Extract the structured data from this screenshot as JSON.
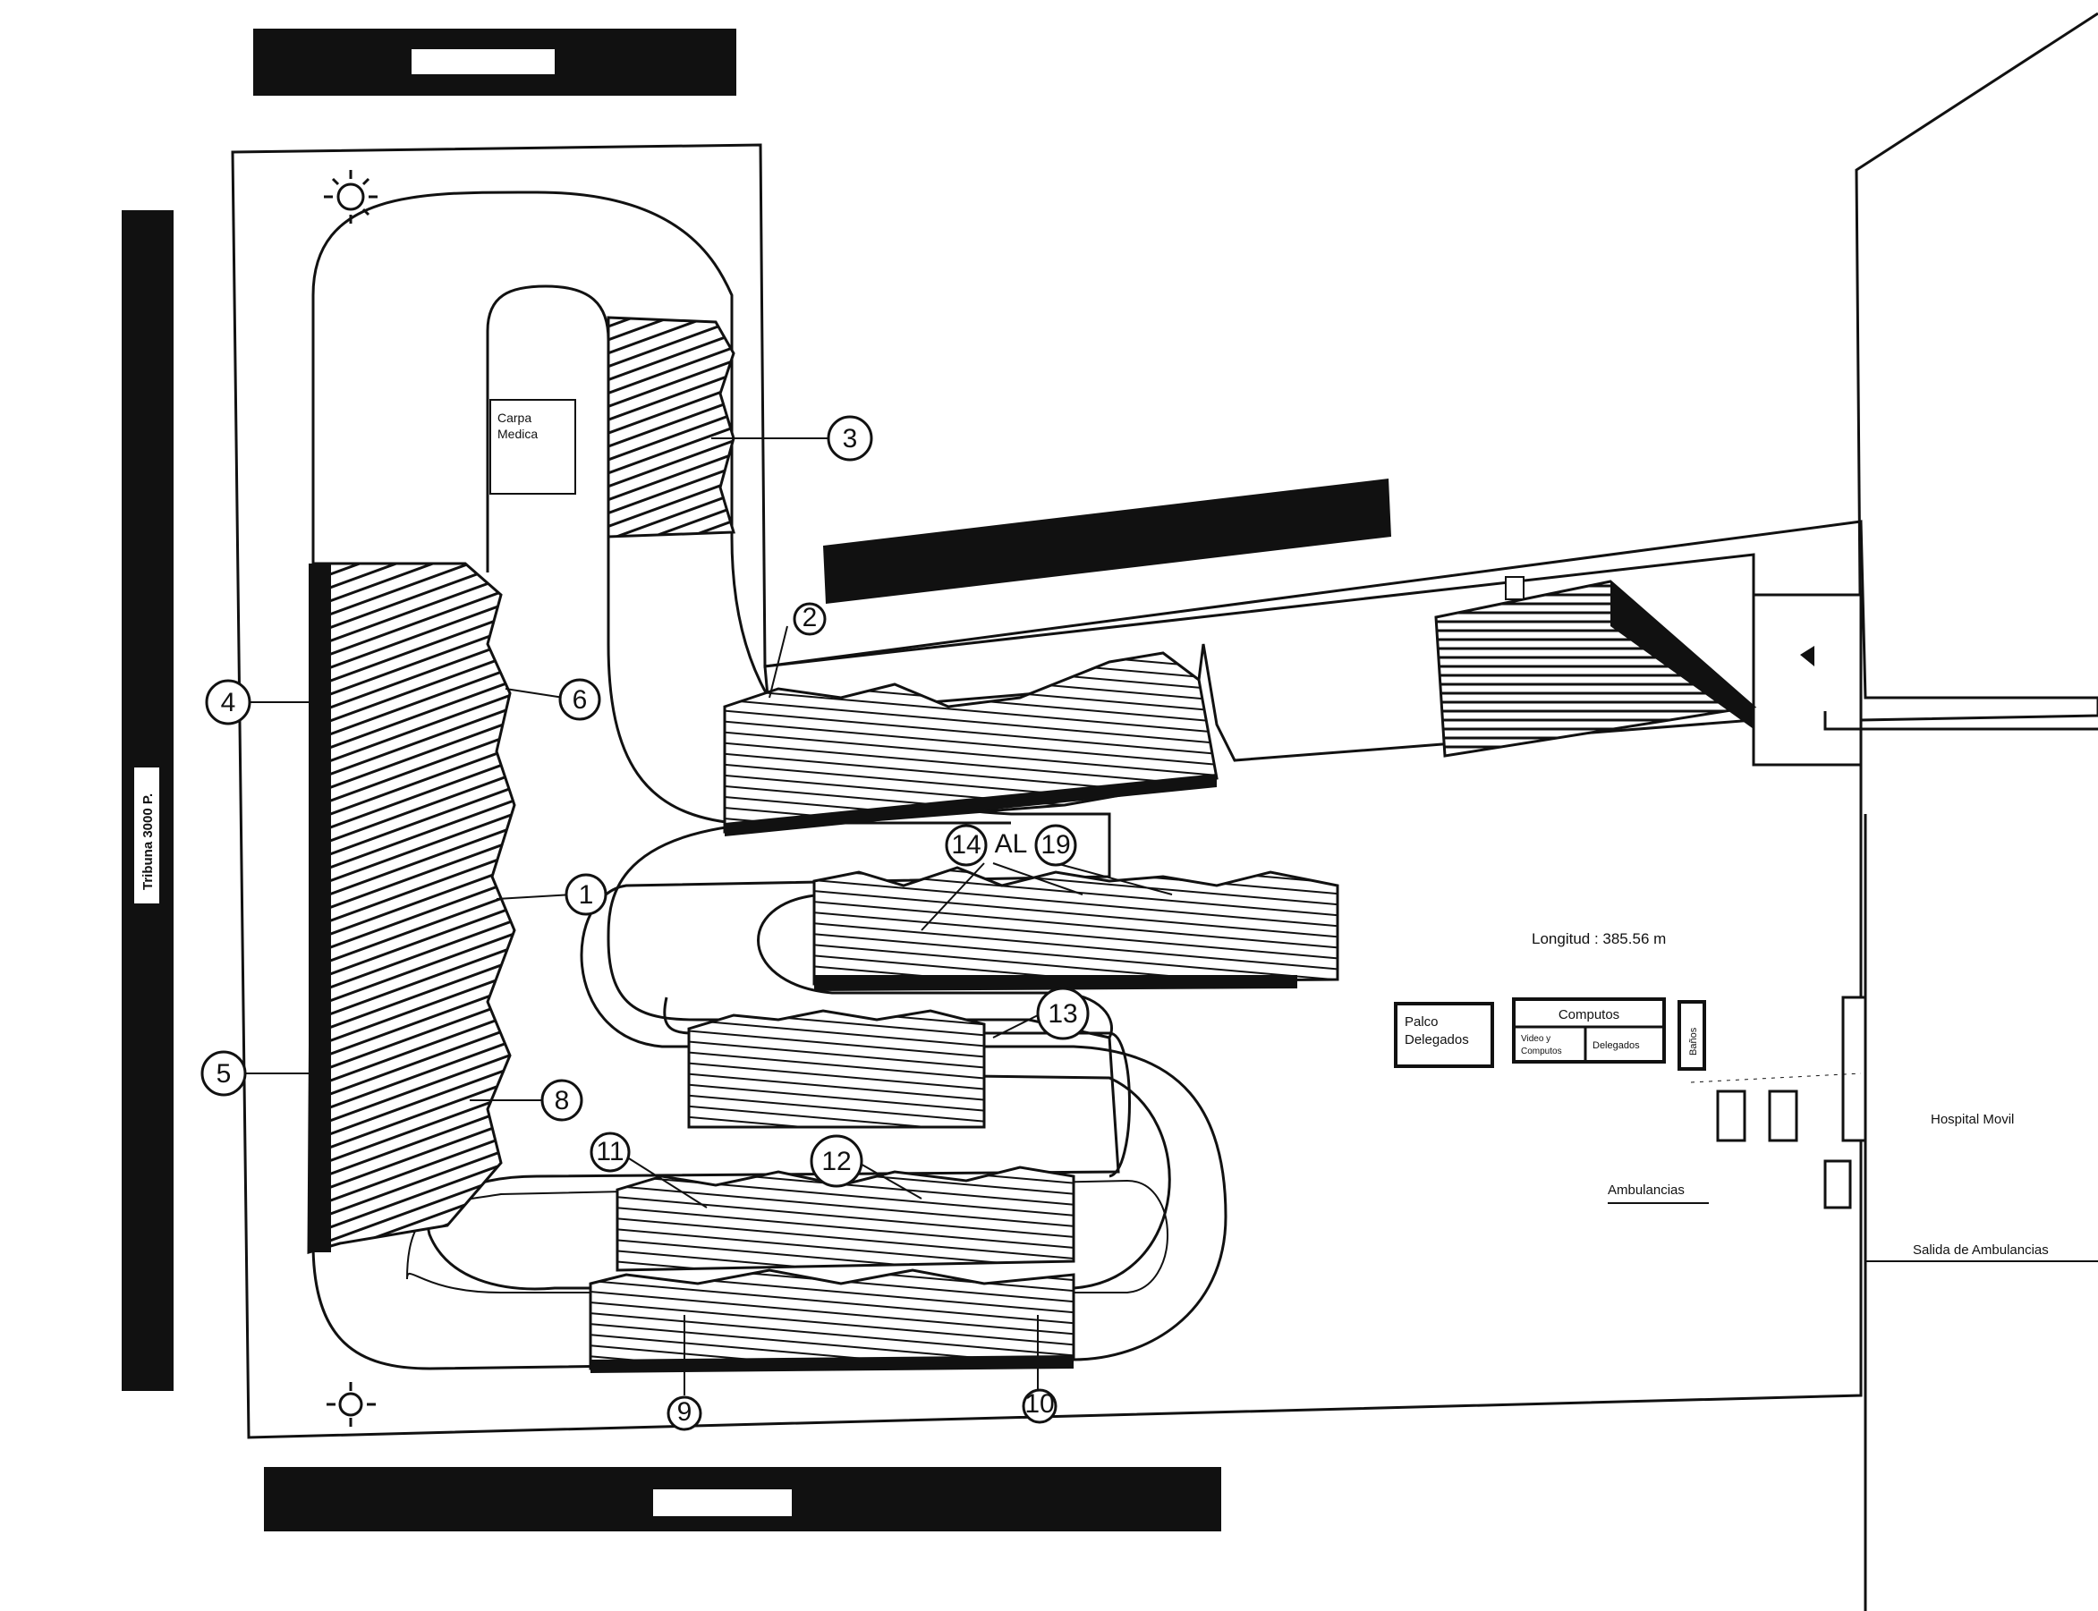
{
  "title": "",
  "labels": {
    "tribune_vertical": "Tribuna 3000 P.",
    "carpa_medica_line1": "Carpa",
    "carpa_medica_line2": "Medica",
    "longitud": "Longitud : 385.56 m",
    "palco_line1": "Palco",
    "palco_line2": "Delegados",
    "computos": "Computos",
    "video_line1": "Video y",
    "video_line2": "Computos",
    "delegados": "Delegados",
    "side_box": "Baños",
    "hospital": "Hospital Movil",
    "ambulancias": "Ambulancias",
    "salida": "Salida de Ambulancias"
  },
  "curves": {
    "c1": "1",
    "c2": "2",
    "c3": "3",
    "c4": "4",
    "c5": "5",
    "c6": "6",
    "c8": "8",
    "c9": "9",
    "c10": "10",
    "c11": "11",
    "c12": "12",
    "c13": "13",
    "c14": "14",
    "al": "AL",
    "c19": "19"
  },
  "icons": [
    "sun-icon",
    "direction-arrow-icon"
  ],
  "colors": {
    "ink": "#111111",
    "paper": "#ffffff"
  }
}
